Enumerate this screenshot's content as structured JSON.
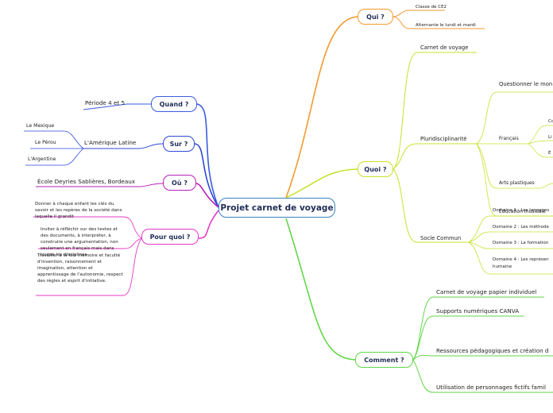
{
  "center": "Projet carnet de voyage",
  "colors": {
    "qui": "#f29a2e",
    "quoi": "#c8e12b",
    "comment": "#62d64a",
    "pourquoi": "#e639c8",
    "ou": "#b91fb9",
    "sur": "#2d48d6",
    "quand": "#3a5ce0"
  },
  "branches": {
    "qui": {
      "label": "Qui ?",
      "children": [
        "Classe de CE2",
        "Alternante le lundi et mardi"
      ]
    },
    "quoi": {
      "label": "Quoi ?",
      "carnet": "Carnet de voyage",
      "pluri": "Pluridisciplinarité",
      "questionner": "Questionner le mon",
      "francais": "Français",
      "fr_items": [
        "Co",
        "Li",
        "É"
      ],
      "arts": "Arts plastiques",
      "musique": "Éducation musicale",
      "socle": "Socle Commun",
      "domaines": [
        "Domaine 1 : Les langages",
        "Domaine 2 :  Les méthode",
        "Domaine 3 : La formation",
        "Domaine 4 :  Les représen",
        "humaine"
      ]
    },
    "comment": {
      "label": "Comment ?",
      "children": [
        "Carnet de voyage papier individuel",
        "Supports numériques CANVA",
        "Ressources pédagogiques et création d",
        "Utilisation de personnages fictifs famil"
      ]
    },
    "quand": {
      "label": "Quand ?",
      "child": "Période 4 et 5"
    },
    "sur": {
      "label": "Sur ?",
      "child": "L'Amérique Latine",
      "sub": [
        "Le Mexique",
        "Le Pérou",
        "L'Argentine"
      ]
    },
    "ou": {
      "label": "Où ?",
      "child": "École Deyries Sablières, Bordeaux"
    },
    "pourquoi": {
      "label": "Pour quoi ?",
      "p1": "Donner à chaque enfant les clés du savoir et les repères de la société dans laquelle il grandit",
      "p2": "Inviter à réfléchir sur des textes et des documents, à interpréter, à construire une argumentation, non seulement en français mais dans toutes les disciplines",
      "p3": "Travailler à la fois mémoire et faculté d'invention, raisonnement et imagination, attention et apprentissage de l'autonomie, respect des règles et esprit d'initiative."
    }
  }
}
